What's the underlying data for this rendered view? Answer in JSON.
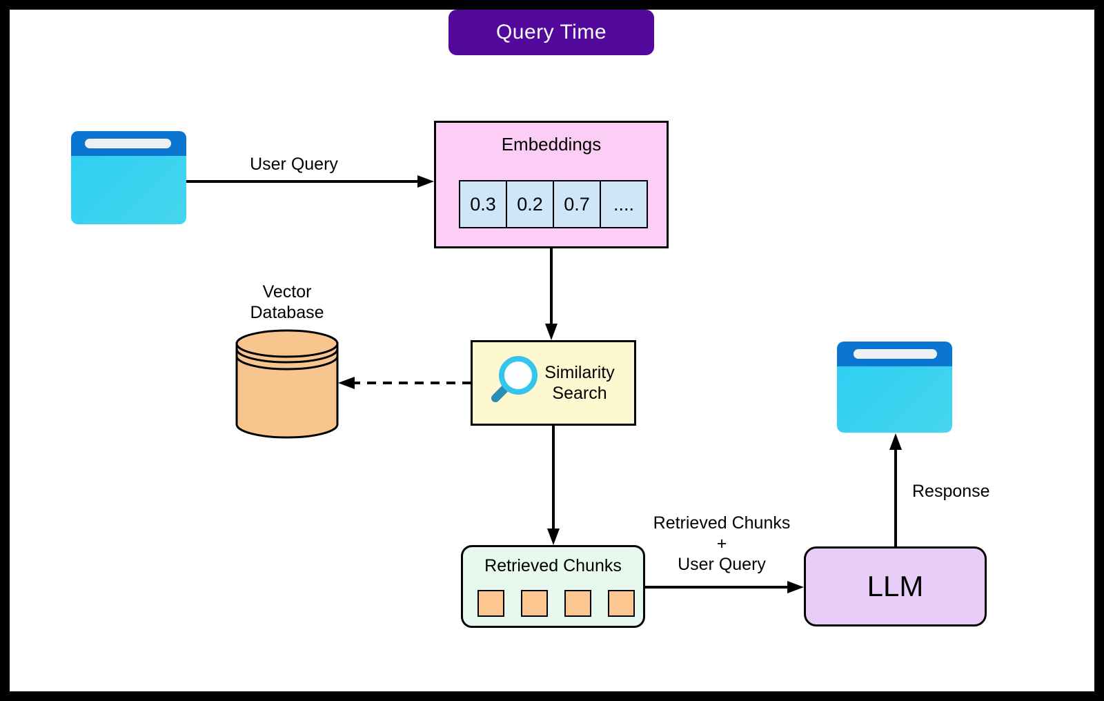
{
  "title": {
    "label": "Query Time"
  },
  "nodes": {
    "embeddings": {
      "title": "Embeddings",
      "cells": [
        "0.3",
        "0.2",
        "0.7",
        "...."
      ]
    },
    "vector_database": {
      "label_line1": "Vector",
      "label_line2": "Database"
    },
    "similarity_search": {
      "label_line1": "Similarity",
      "label_line2": "Search"
    },
    "retrieved_chunks": {
      "title": "Retrieved Chunks",
      "chunk_count": 4
    },
    "llm": {
      "label": "LLM"
    }
  },
  "edges": {
    "user_query": {
      "label": "User Query"
    },
    "similarity_to_vector_db": {
      "style": "dashed"
    },
    "chunks_to_llm": {
      "label_line1": "Retrieved Chunks",
      "label_line2": "+",
      "label_line3": "User Query"
    },
    "llm_to_response": {
      "label": "Response"
    }
  },
  "colors": {
    "frame": "#000000",
    "canvas": "#ffffff",
    "stroke": "#000000",
    "badge_bg": "#52099c",
    "badge_text": "#ffffff",
    "browser_header": "#0b76d1",
    "browser_body": "#2fd0f2",
    "browser_bar": "#eef1f4",
    "embeddings_fill": "#fccdf5",
    "cell_fill": "#cfe6f9",
    "similarity_fill": "#fdf8d0",
    "cylinder_fill": "#f9c58f",
    "chunks_fill": "#e7f8ee",
    "chunk_fill": "#fbc68f",
    "llm_fill": "#e8cdf9",
    "magnifier_ring": "#35c5ea",
    "magnifier_lens": "#fdfeff",
    "magnifier_handle": "#2d8cb3"
  }
}
